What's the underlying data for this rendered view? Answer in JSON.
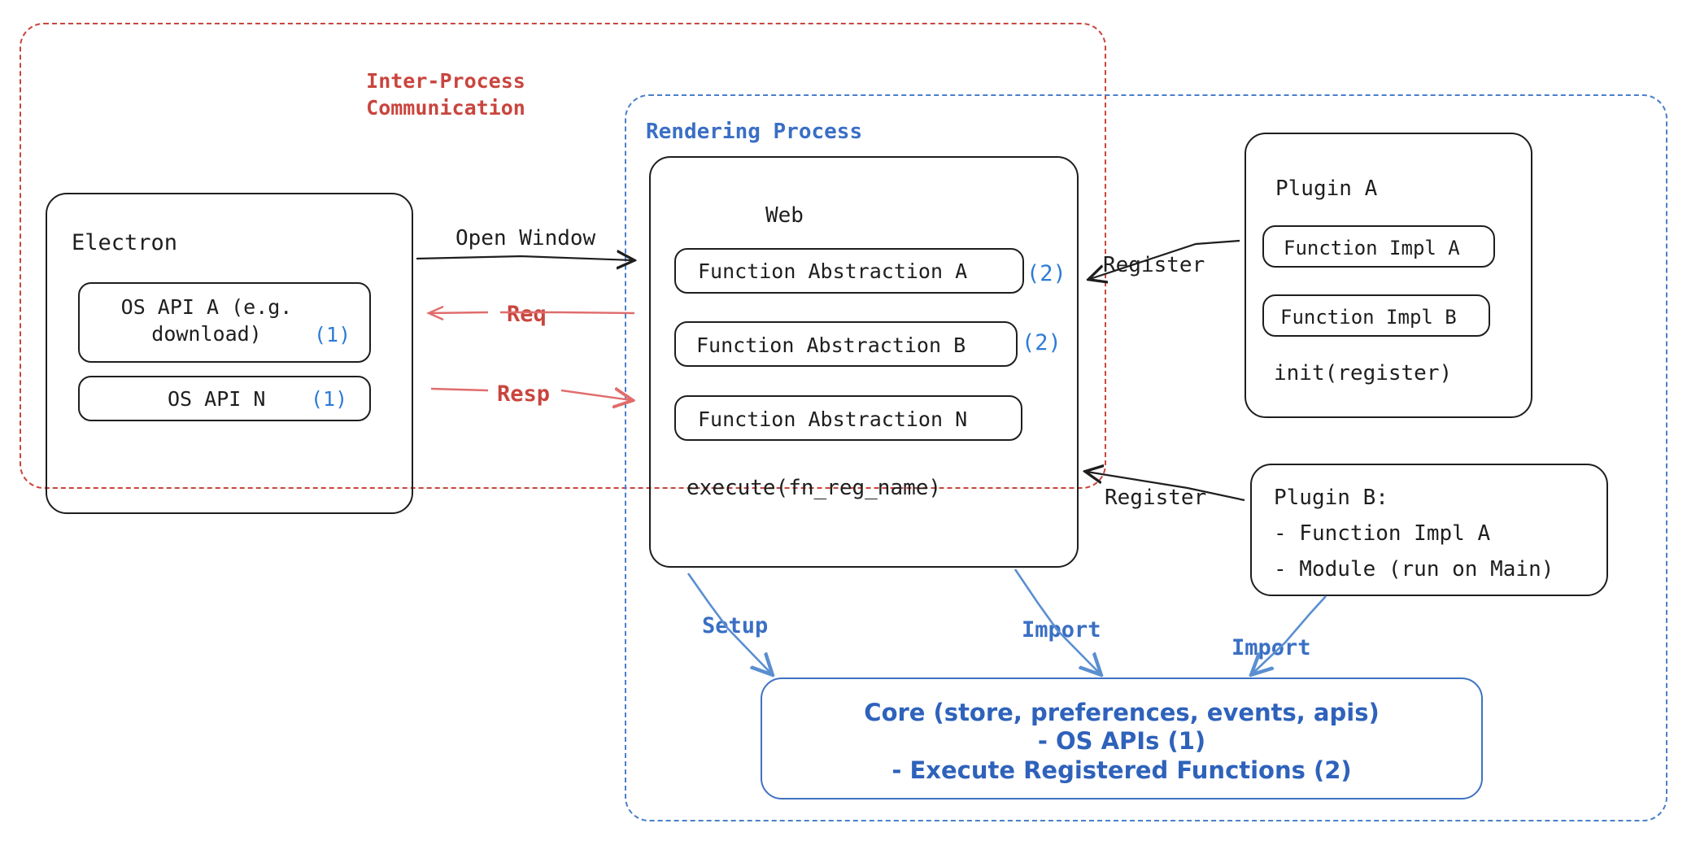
{
  "diagram": {
    "title_ipc": "Inter-Process\nCommunication",
    "title_rendering": "Rendering Process"
  },
  "electron": {
    "title": "Electron",
    "apis": [
      {
        "label": "OS API A (e.g.\ndownload)",
        "marker": "(1)"
      },
      {
        "label": "OS API N",
        "marker": "(1)"
      }
    ]
  },
  "web": {
    "title": "Web",
    "abstractions": [
      {
        "label": "Function Abstraction A",
        "marker": "(2)"
      },
      {
        "label": "Function Abstraction B",
        "marker": "(2)"
      },
      {
        "label": "Function Abstraction N",
        "marker": ""
      }
    ],
    "execute": "execute(fn_reg_name)"
  },
  "plugin_a": {
    "title": "Plugin A",
    "impls": [
      "Function Impl A",
      "Function Impl B"
    ],
    "init": "init(register)"
  },
  "plugin_b": {
    "lines": [
      "Plugin B:",
      "- Function Impl A",
      "- Module (run on Main)"
    ]
  },
  "core": {
    "lines": [
      "Core (store, preferences, events, apis)",
      "- OS APIs (1)",
      "- Execute Registered Functions (2)"
    ]
  },
  "arrows": {
    "open_window": "Open Window",
    "req": "Req",
    "resp": "Resp",
    "register_top": "Register",
    "register_bottom": "Register",
    "setup": "Setup",
    "import_mid": "Import",
    "import_right": "Import"
  },
  "colors": {
    "ipc_red": "#c9453e",
    "rendering_blue": "#3a6fc4",
    "marker_blue": "#2e7bd6",
    "core_blue": "#2e62bb",
    "stroke_dark": "#1e1e1e"
  }
}
